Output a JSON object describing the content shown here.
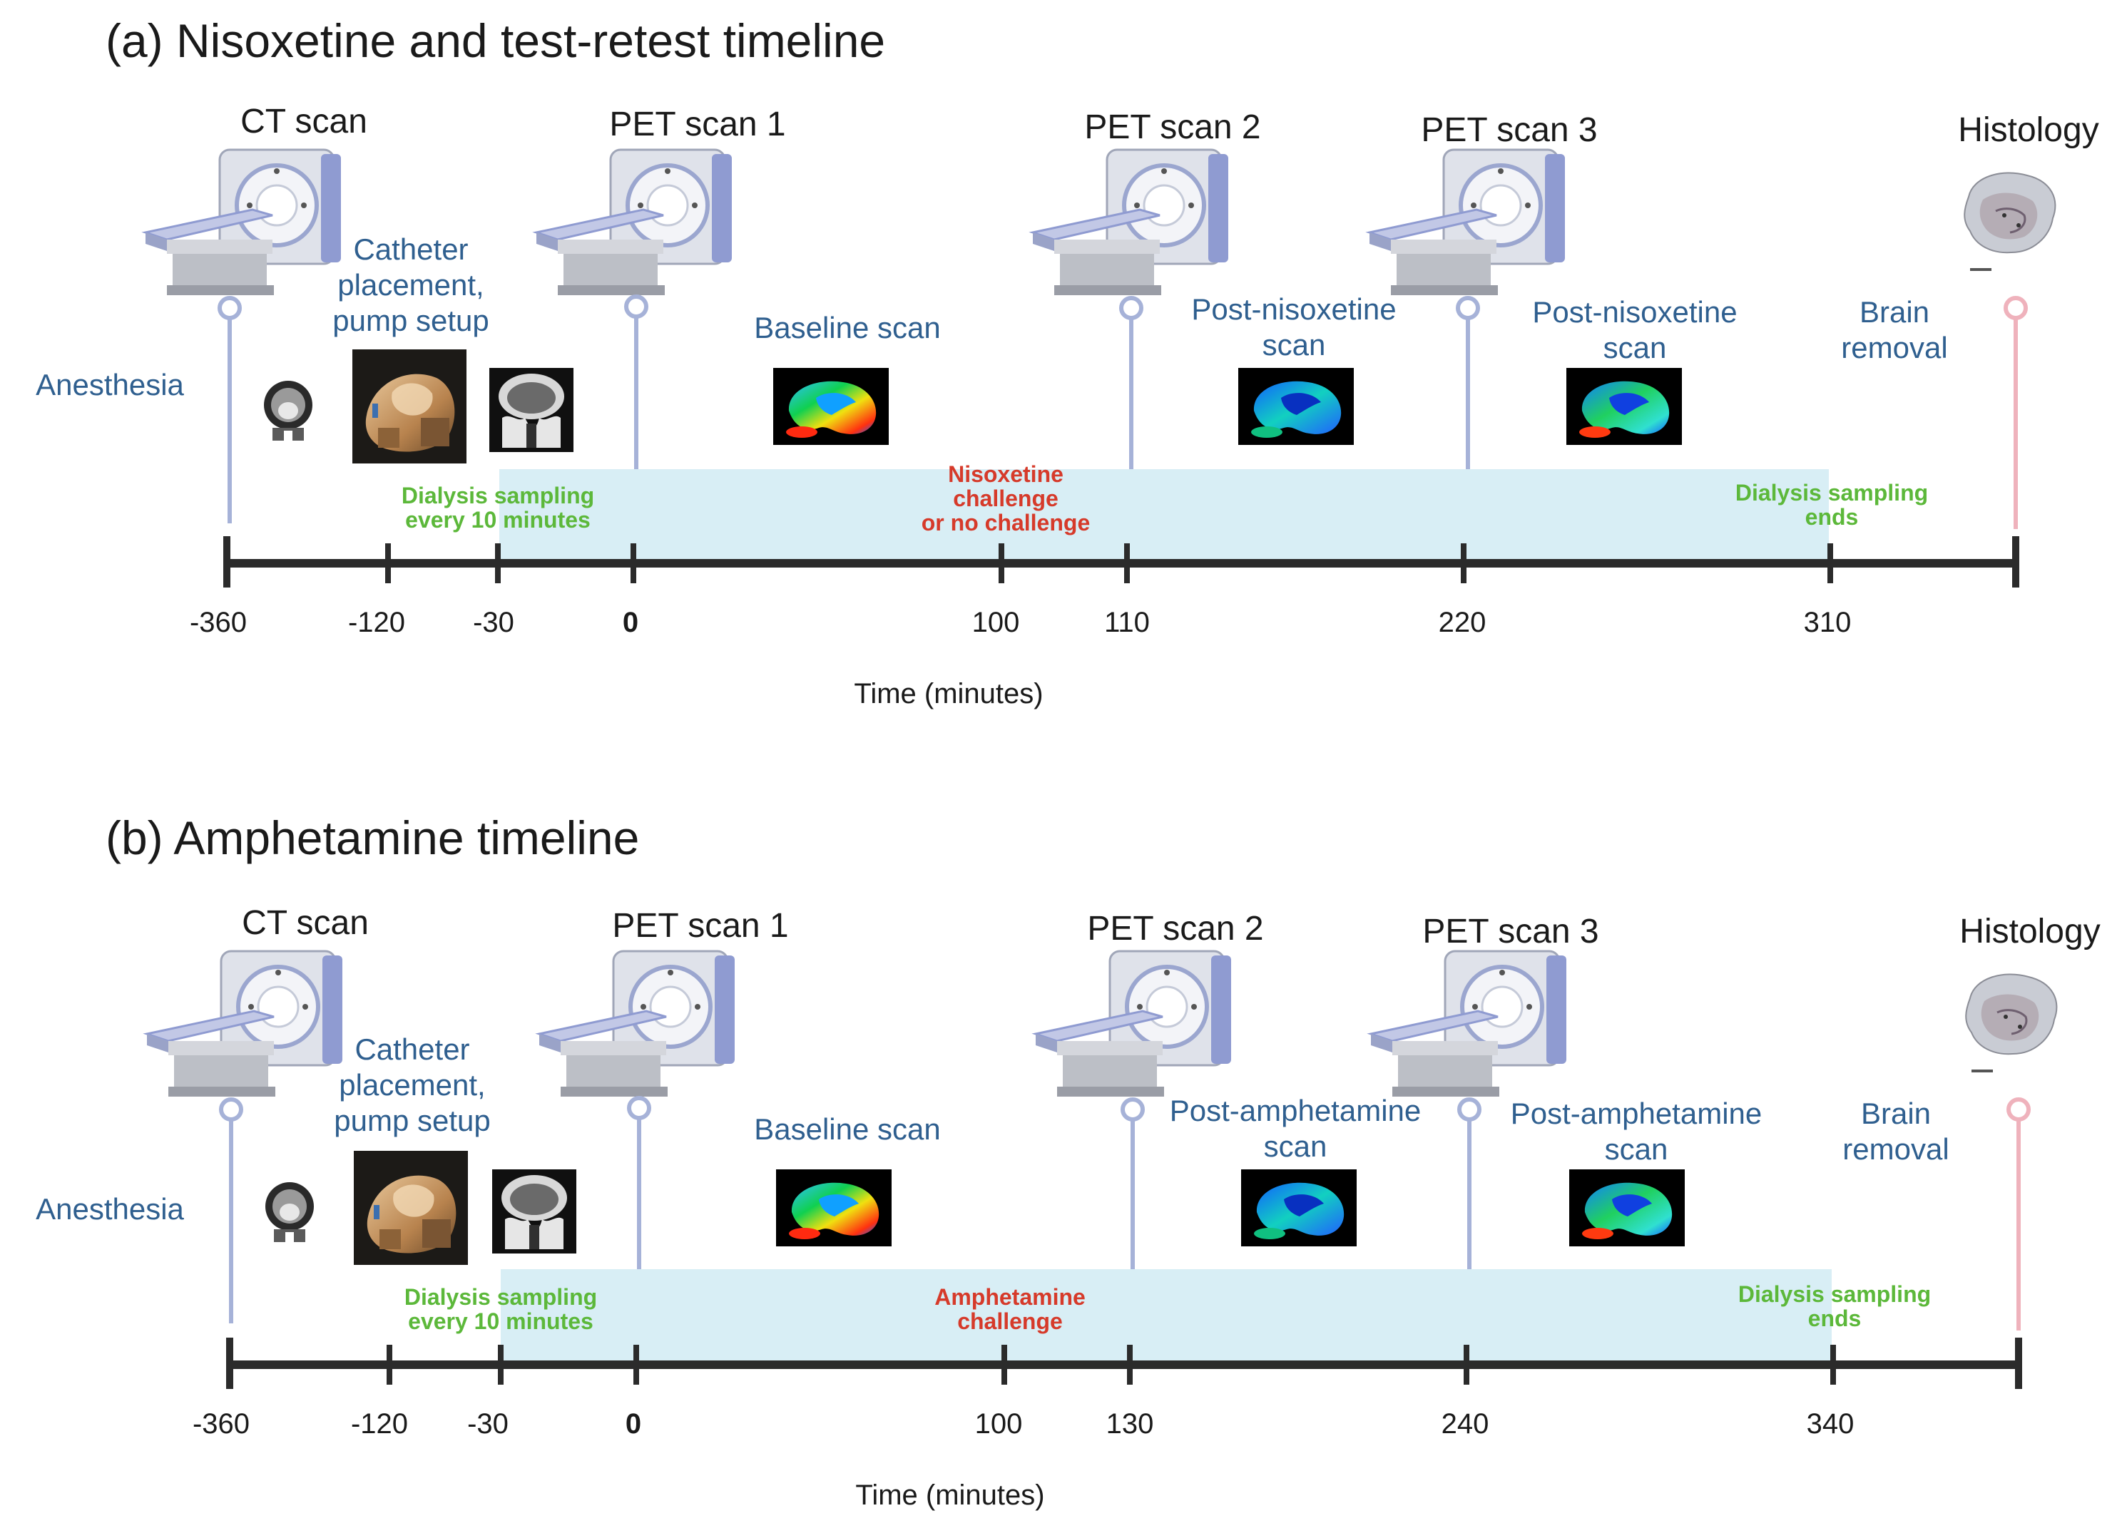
{
  "panels": [
    {
      "id": "a",
      "title": "(a) Nisoxetine and test-retest timeline",
      "axis_title": "Time (minutes)",
      "ticks": [
        "-360",
        "-120",
        "-30",
        "0",
        "100",
        "110",
        "220",
        "310"
      ],
      "bold_tick": "0",
      "scans": {
        "ct": "CT scan",
        "pet1": "PET scan 1",
        "pet2": "PET scan 2",
        "pet3": "PET scan 3",
        "histology": "Histology"
      },
      "labels": {
        "anesthesia": "Anesthesia",
        "catheter": [
          "Catheter",
          "placement,",
          "pump setup"
        ],
        "baseline": "Baseline scan",
        "post2": [
          "Post-nisoxetine",
          "scan"
        ],
        "post3": [
          "Post-nisoxetine",
          "scan"
        ],
        "brain_removal": [
          "Brain",
          "removal"
        ]
      },
      "notes": {
        "dialysis_start": [
          "Dialysis sampling",
          "every 10 minutes"
        ],
        "challenge": [
          "Nisoxetine",
          "challenge",
          "or no challenge"
        ],
        "dialysis_end": [
          "Dialysis sampling",
          "ends"
        ]
      }
    },
    {
      "id": "b",
      "title": "(b) Amphetamine timeline",
      "axis_title": "Time (minutes)",
      "ticks": [
        "-360",
        "-120",
        "-30",
        "0",
        "100",
        "130",
        "240",
        "340"
      ],
      "bold_tick": "0",
      "scans": {
        "ct": "CT scan",
        "pet1": "PET scan 1",
        "pet2": "PET scan 2",
        "pet3": "PET scan 3",
        "histology": "Histology"
      },
      "labels": {
        "anesthesia": "Anesthesia",
        "catheter": [
          "Catheter",
          "placement,",
          "pump setup"
        ],
        "baseline": "Baseline scan",
        "post2": [
          "Post-amphetamine",
          "scan"
        ],
        "post3": [
          "Post-amphetamine",
          "scan"
        ],
        "brain_removal": [
          "Brain",
          "removal"
        ]
      },
      "notes": {
        "dialysis_start": [
          "Dialysis sampling",
          "every 10 minutes"
        ],
        "challenge": [
          "Amphetamine",
          "challenge"
        ],
        "dialysis_end": [
          "Dialysis sampling",
          "ends"
        ]
      }
    }
  ],
  "icons": [
    "ct-scanner-icon",
    "pet-scanner-icon",
    "histology-slice-icon",
    "ct-slice-icon",
    "rat-3d-icon",
    "pet-brain-image-icon"
  ],
  "colors": {
    "axis": "#2b2b2b",
    "dialysis_band": "#d8eef5",
    "marker_blue": "#a6b2d8",
    "marker_pink": "#efb2bc",
    "label_blue": "#2f5f8f",
    "note_green": "#5cb83a",
    "note_red": "#d63a2a"
  }
}
